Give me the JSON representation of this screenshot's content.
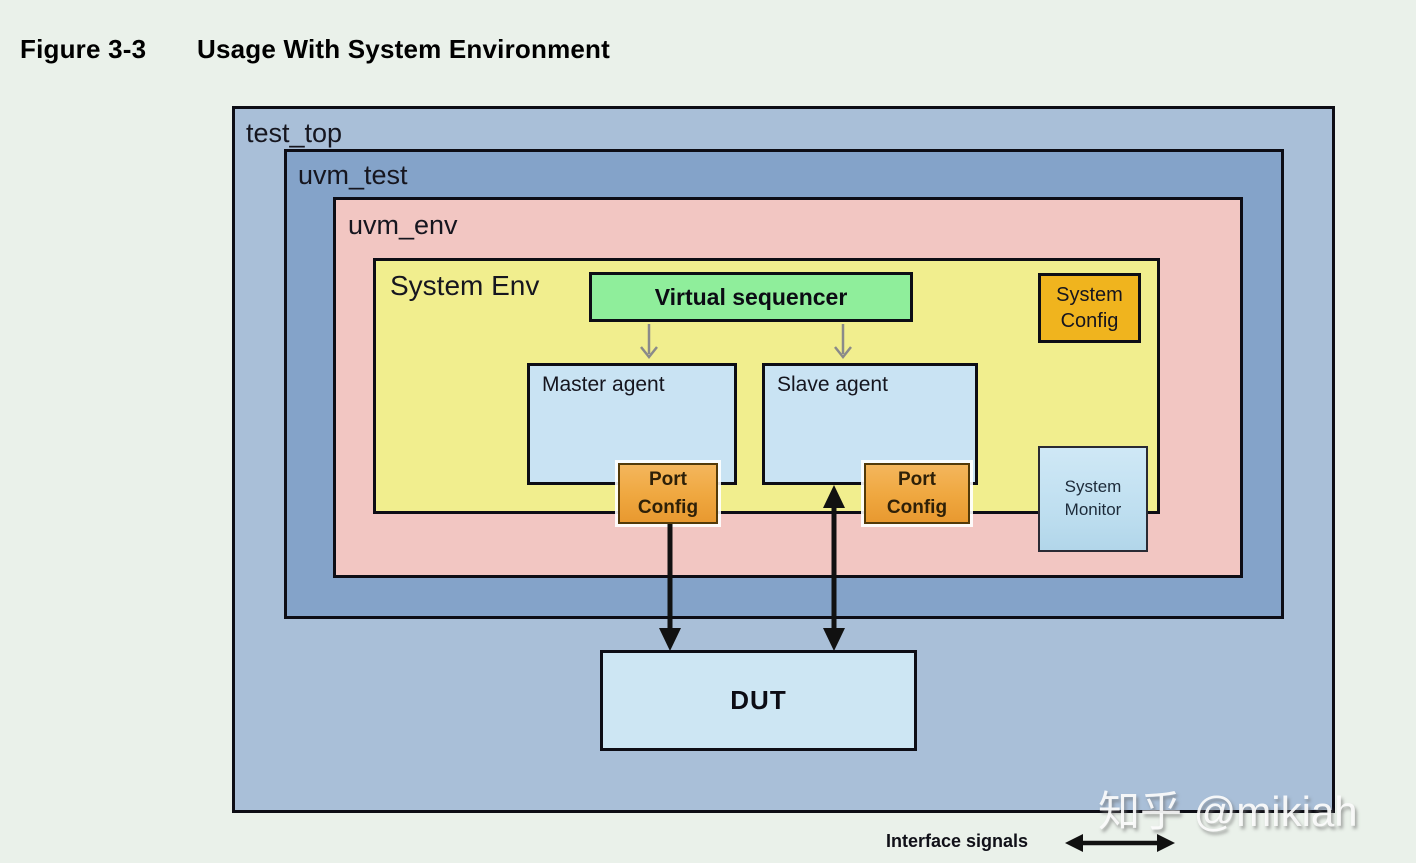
{
  "figure": {
    "label": "Figure 3-3",
    "title": "Usage With System Environment"
  },
  "diagram": {
    "test_top": "test_top",
    "uvm_test": "uvm_test",
    "uvm_env": "uvm_env",
    "system_env": "System Env",
    "virtual_sequencer": "Virtual sequencer",
    "system_config": {
      "line1": "System",
      "line2": "Config"
    },
    "master_agent": "Master agent",
    "slave_agent": "Slave agent",
    "port_config_master": {
      "line1": "Port",
      "line2": "Config"
    },
    "port_config_slave": {
      "line1": "Port",
      "line2": "Config"
    },
    "system_monitor": {
      "line1": "System",
      "line2": "Monitor"
    },
    "dut": "DUT"
  },
  "legend": {
    "interface_signals_label": "Interface signals"
  },
  "watermark": "知乎 @mikiah",
  "colors": {
    "background": "#eaf1ea",
    "test_top_fill": "#a9bfd8",
    "uvm_test_fill": "#84a3c9",
    "uvm_env_fill": "#f2c6c2",
    "system_env_fill": "#f1ee8e",
    "virtual_sequencer_fill": "#8fee9b",
    "agent_fill": "#c9e3f3",
    "system_monitor_fill": "#bfdff0",
    "dut_fill": "#cde6f3",
    "system_config_fill": "#f0b41e",
    "port_config_fill": "#efa73f",
    "border": "#0d0d15",
    "arrow_gray": "#8a8a8a",
    "arrow_black": "#111111"
  }
}
